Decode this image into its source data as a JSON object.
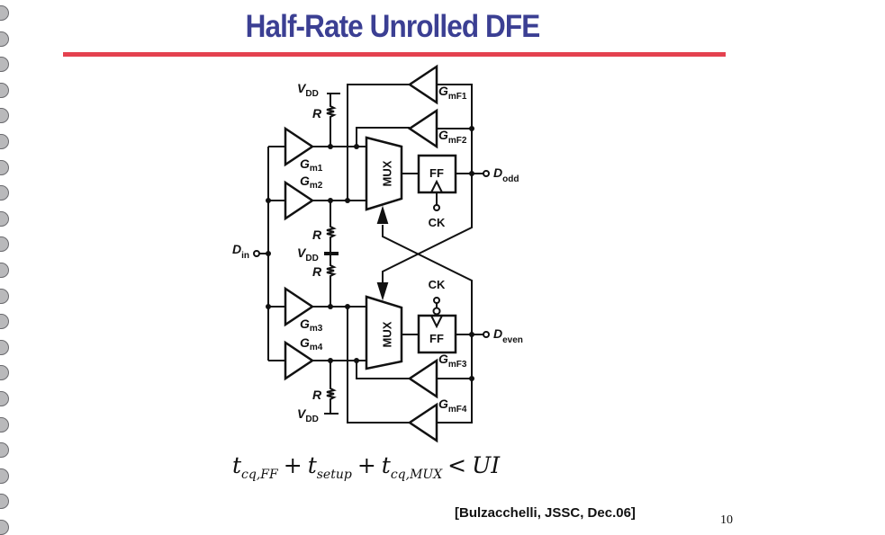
{
  "slide": {
    "title": "Half-Rate Unrolled DFE",
    "citation": "[Bulzacchelli, JSSC, Dec.06]",
    "page_number": "10",
    "colors": {
      "title": "#3b3f93",
      "rule": "#e4414f",
      "ring": "#b9b9bb"
    }
  },
  "circuit": {
    "vdd": {
      "main": "V",
      "sub": "DD"
    },
    "resistor": "R",
    "din": {
      "main": "D",
      "sub": "in"
    },
    "dodd": {
      "main": "D",
      "sub": "odd"
    },
    "deven": {
      "main": "D",
      "sub": "even"
    },
    "gm1": {
      "main": "G",
      "sub": "m1"
    },
    "gm2": {
      "main": "G",
      "sub": "m2"
    },
    "gm3": {
      "main": "G",
      "sub": "m3"
    },
    "gm4": {
      "main": "G",
      "sub": "m4"
    },
    "gmf1": {
      "main": "G",
      "sub": "mF1"
    },
    "gmf2": {
      "main": "G",
      "sub": "mF2"
    },
    "gmf3": {
      "main": "G",
      "sub": "mF3"
    },
    "gmf4": {
      "main": "G",
      "sub": "mF4"
    },
    "mux": "MUX",
    "ff": "FF",
    "ck": "CK"
  },
  "equation": {
    "t1": "t",
    "t1_sub": "cq,FF",
    "plus": "+",
    "t2": "t",
    "t2_sub": "setup",
    "t3": "t",
    "t3_sub": "cq,MUX",
    "lt": "<",
    "rhs": "UI"
  }
}
